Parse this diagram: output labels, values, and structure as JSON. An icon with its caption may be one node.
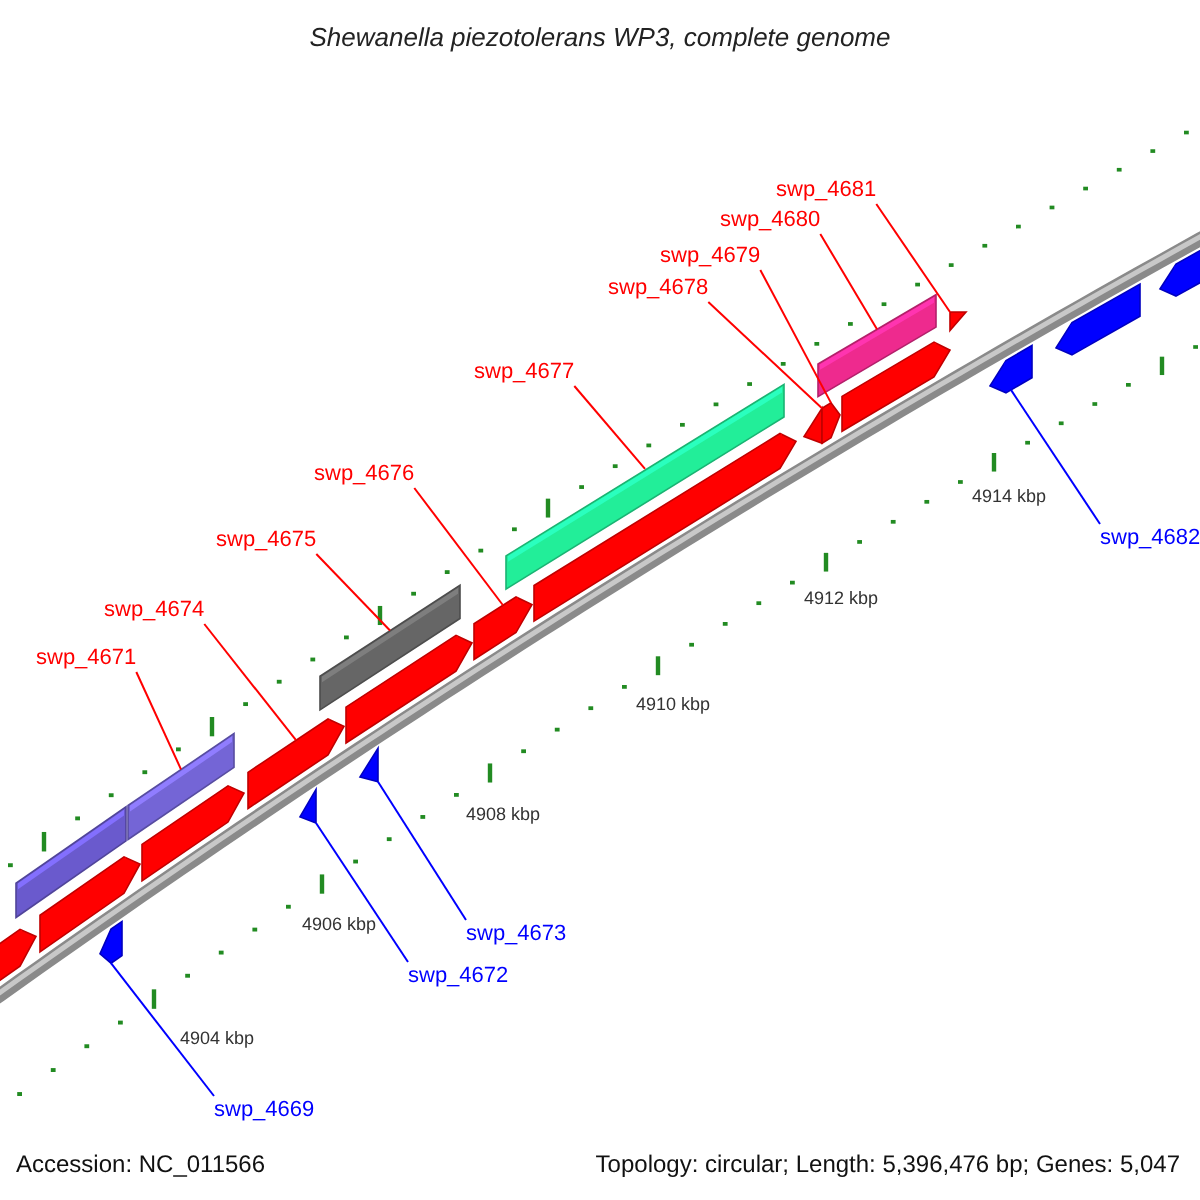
{
  "diagram": {
    "title": "Shewanella piezotolerans WP3, complete genome",
    "nodes": [
      {
        "text": [
          "swp_4681"
        ]
      },
      {
        "text": [
          "swp_4680"
        ]
      },
      {
        "text": [
          "swp_4679"
        ]
      },
      {
        "text": [
          "swp_4678"
        ]
      },
      {
        "text": [
          "swp_4677"
        ]
      },
      {
        "text": [
          "swp_4676"
        ]
      },
      {
        "text": [
          "swp_4675"
        ]
      },
      {
        "text": [
          "swp_4674"
        ]
      },
      {
        "text": [
          "swp_4671"
        ]
      },
      {
        "text": [
          "swp_4682"
        ]
      },
      {
        "text": [
          "swp_4673"
        ]
      },
      {
        "text": [
          "swp_4672"
        ]
      },
      {
        "text": [
          "swp_4669"
        ]
      },
      {
        "text": [],
        "shape": "arrow"
      },
      {
        "text": [],
        "shape": "bar"
      },
      {
        "text": [],
        "shape": "arrow"
      },
      {
        "text": [],
        "shape": "arrow"
      },
      {
        "text": [],
        "shape": "bar"
      },
      {
        "text": [],
        "shape": "arrow"
      },
      {
        "text": [],
        "shape": "arrow"
      },
      {
        "text": [],
        "shape": "triangle"
      },
      {
        "text": [],
        "shape": "bar"
      },
      {
        "text": [],
        "shape": "arrow"
      },
      {
        "text": [],
        "shape": "triangle"
      },
      {
        "text": [],
        "shape": "arrow"
      },
      {
        "text": [],
        "shape": "bar"
      },
      {
        "text": [],
        "shape": "arrow"
      },
      {
        "text": [],
        "shape": "triangle"
      },
      {
        "text": [],
        "shape": "bar"
      },
      {
        "text": [],
        "shape": "arrow"
      },
      {
        "text": [],
        "shape": "arrow"
      },
      {
        "text": [],
        "shape": "triangle"
      },
      {
        "text": [],
        "shape": "arrow"
      },
      {
        "text": [],
        "shape": "arrow"
      },
      {
        "text": [],
        "shape": "arrow"
      }
    ],
    "edges": [
      {
        "from": 0,
        "to": 31,
        "arrow": "none"
      },
      {
        "from": 1,
        "to": 28,
        "arrow": "none"
      },
      {
        "from": 2,
        "to": 29,
        "arrow": "none"
      },
      {
        "from": 3,
        "to": 27,
        "arrow": "none"
      },
      {
        "from": 4,
        "to": 25,
        "arrow": "none"
      },
      {
        "from": 5,
        "to": 24,
        "arrow": "none"
      },
      {
        "from": 6,
        "to": 21,
        "arrow": "none"
      },
      {
        "from": 7,
        "to": 19,
        "arrow": "none"
      },
      {
        "from": 8,
        "to": 17,
        "arrow": "none"
      },
      {
        "from": 9,
        "to": 32,
        "arrow": "none",
        "color": "#0000ff"
      },
      {
        "from": 10,
        "to": 23,
        "arrow": "none",
        "color": "#0000ff"
      },
      {
        "from": 11,
        "to": 20,
        "arrow": "none",
        "color": "#0000ff"
      },
      {
        "from": 12,
        "to": 16,
        "arrow": "none",
        "color": "#0000ff"
      }
    ],
    "labels": [
      "4914 kbp",
      "4912 kbp",
      "4910 kbp",
      "4908 kbp",
      "4906 kbp",
      "4904 kbp",
      "Accession: NC_011566",
      "Topology: circular; Length: 5,396,476 bp; Genes: 5,047"
    ]
  }
}
